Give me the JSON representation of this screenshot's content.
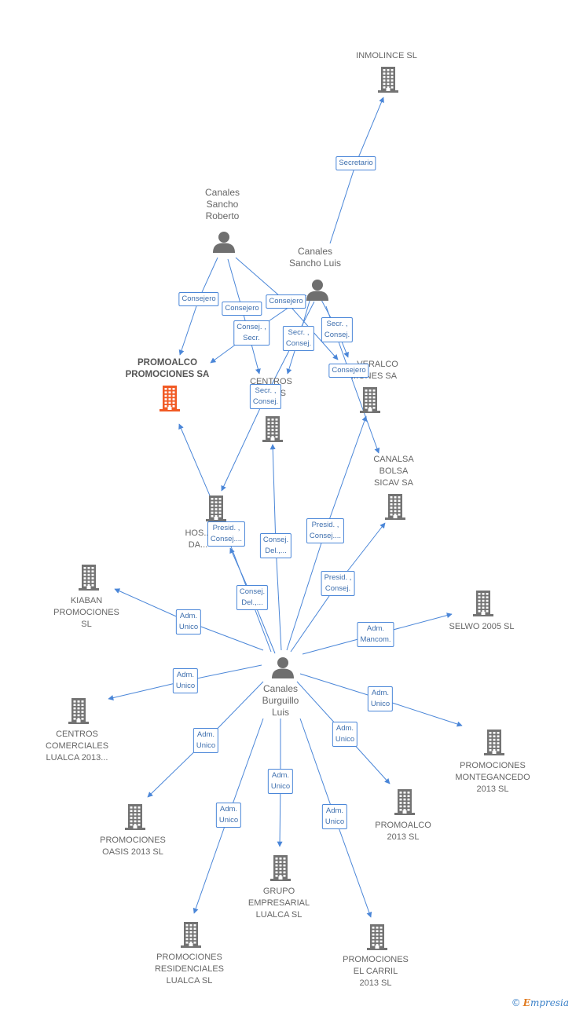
{
  "colors": {
    "edge": "#4a86d8",
    "building": "#737373",
    "building_main": "#f15a24",
    "person": "#6f6f6f"
  },
  "nodes": [
    {
      "id": "inmolince",
      "lines": [
        "INMOLINCE SL"
      ],
      "icon": "building-icon"
    },
    {
      "id": "canales-roberto",
      "lines": [
        "Canales",
        "Sancho",
        "Roberto"
      ],
      "icon": "person-icon"
    },
    {
      "id": "canales-luis",
      "lines": [
        "Canales",
        "Sancho Luis"
      ],
      "icon": "person-icon"
    },
    {
      "id": "promoalco-sa",
      "lines": [
        "PROMOALCO",
        "PROMOCIONES SA"
      ],
      "icon": "building-icon",
      "main": true
    },
    {
      "id": "centros-comerciales",
      "lines": [
        "CENTROS",
        "C...LES",
        "...SA"
      ],
      "icon": "building-icon"
    },
    {
      "id": "inveralco",
      "lines": [
        "...VERALCO",
        "...ONES SA"
      ],
      "icon": "building-icon"
    },
    {
      "id": "canalsa-bolsa",
      "lines": [
        "CANALSA",
        "BOLSA",
        "SICAV SA"
      ],
      "icon": "building-icon"
    },
    {
      "id": "hos-da",
      "lines": [
        "HOS...",
        "DA..."
      ],
      "icon": "building-icon"
    },
    {
      "id": "kiaban",
      "lines": [
        "KIABAN",
        "PROMOCIONES",
        "SL"
      ],
      "icon": "building-icon"
    },
    {
      "id": "selwo",
      "lines": [
        "SELWO 2005 SL"
      ],
      "icon": "building-icon"
    },
    {
      "id": "canales-burguillo",
      "lines": [
        "Canales",
        "Burguillo",
        "Luis"
      ],
      "icon": "person-icon"
    },
    {
      "id": "centros-lualca",
      "lines": [
        "CENTROS",
        "COMERCIALES",
        "LUALCA 2013..."
      ],
      "icon": "building-icon"
    },
    {
      "id": "montegancedo",
      "lines": [
        "PROMOCIONES",
        "MONTEGANCEDO",
        "2013  SL"
      ],
      "icon": "building-icon"
    },
    {
      "id": "oasis",
      "lines": [
        "PROMOCIONES",
        "OASIS 2013  SL"
      ],
      "icon": "building-icon"
    },
    {
      "id": "promoalco-2013",
      "lines": [
        "PROMOALCO",
        "2013  SL"
      ],
      "icon": "building-icon"
    },
    {
      "id": "grupo-lualca",
      "lines": [
        "GRUPO",
        "EMPRESARIAL",
        "LUALCA  SL"
      ],
      "icon": "building-icon"
    },
    {
      "id": "residenciales",
      "lines": [
        "PROMOCIONES",
        "RESIDENCIALES",
        "LUALCA  SL"
      ],
      "icon": "building-icon"
    },
    {
      "id": "el-carril",
      "lines": [
        "PROMOCIONES",
        "EL CARRIL",
        "2013  SL"
      ],
      "icon": "building-icon"
    }
  ],
  "relations": [
    {
      "id": "r-secretario",
      "lines": [
        "Secretario"
      ]
    },
    {
      "id": "r-consejero-1",
      "lines": [
        "Consejero"
      ]
    },
    {
      "id": "r-consejero-2",
      "lines": [
        "Consejero"
      ]
    },
    {
      "id": "r-consejero-3",
      "lines": [
        "Consejero"
      ]
    },
    {
      "id": "r-consej-secr",
      "lines": [
        "Consej. ,",
        "Secr."
      ]
    },
    {
      "id": "r-secr-consej-1",
      "lines": [
        "Secr. ,",
        "Consej."
      ]
    },
    {
      "id": "r-secr-consej-2",
      "lines": [
        "Secr. ,",
        "Consej."
      ]
    },
    {
      "id": "r-consejero-4",
      "lines": [
        "Consejero"
      ]
    },
    {
      "id": "r-secr-consej-3",
      "lines": [
        "Secr. ,",
        "Consej."
      ]
    },
    {
      "id": "r-presid-consej-1",
      "lines": [
        "Presid. ,",
        "Consej...."
      ]
    },
    {
      "id": "r-consej-del-1",
      "lines": [
        "Consej.",
        "Del.,..."
      ]
    },
    {
      "id": "r-presid-consej-2",
      "lines": [
        "Presid. ,",
        "Consej...."
      ]
    },
    {
      "id": "r-presid-consej-3",
      "lines": [
        "Presid. ,",
        "Consej."
      ]
    },
    {
      "id": "r-consej-del-2",
      "lines": [
        "Consej.",
        "Del.,..."
      ]
    },
    {
      "id": "r-adm-unico-kiaban",
      "lines": [
        "Adm.",
        "Unico"
      ]
    },
    {
      "id": "r-adm-mancom",
      "lines": [
        "Adm.",
        "Mancom."
      ]
    },
    {
      "id": "r-adm-unico-centros",
      "lines": [
        "Adm.",
        "Unico"
      ]
    },
    {
      "id": "r-adm-unico-monte",
      "lines": [
        "Adm.",
        "Unico"
      ]
    },
    {
      "id": "r-adm-unico-oasis",
      "lines": [
        "Adm.",
        "Unico"
      ]
    },
    {
      "id": "r-adm-unico-promoalco",
      "lines": [
        "Adm.",
        "Unico"
      ]
    },
    {
      "id": "r-adm-unico-grupo",
      "lines": [
        "Adm.",
        "Unico"
      ]
    },
    {
      "id": "r-adm-unico-resid",
      "lines": [
        "Adm.",
        "Unico"
      ]
    },
    {
      "id": "r-adm-unico-carril",
      "lines": [
        "Adm.",
        "Unico"
      ]
    }
  ],
  "footer": {
    "copyright": "©",
    "brand_first": "E",
    "brand_rest": "mpresia"
  }
}
